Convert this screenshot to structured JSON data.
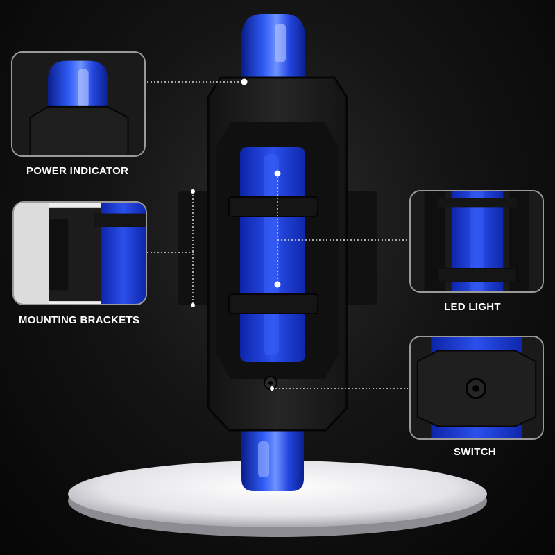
{
  "labels": {
    "power_indicator": "POWER INDICATOR",
    "mounting_brackets": "MOUNTING BRACKETS",
    "led_light": "LED LIGHT",
    "switch": "SWITCH"
  },
  "colors": {
    "led_blue": "#1b3fd6",
    "housing": "#1e1e1e",
    "label_text": "#ffffff",
    "callout_border": "#9a9a9a"
  }
}
